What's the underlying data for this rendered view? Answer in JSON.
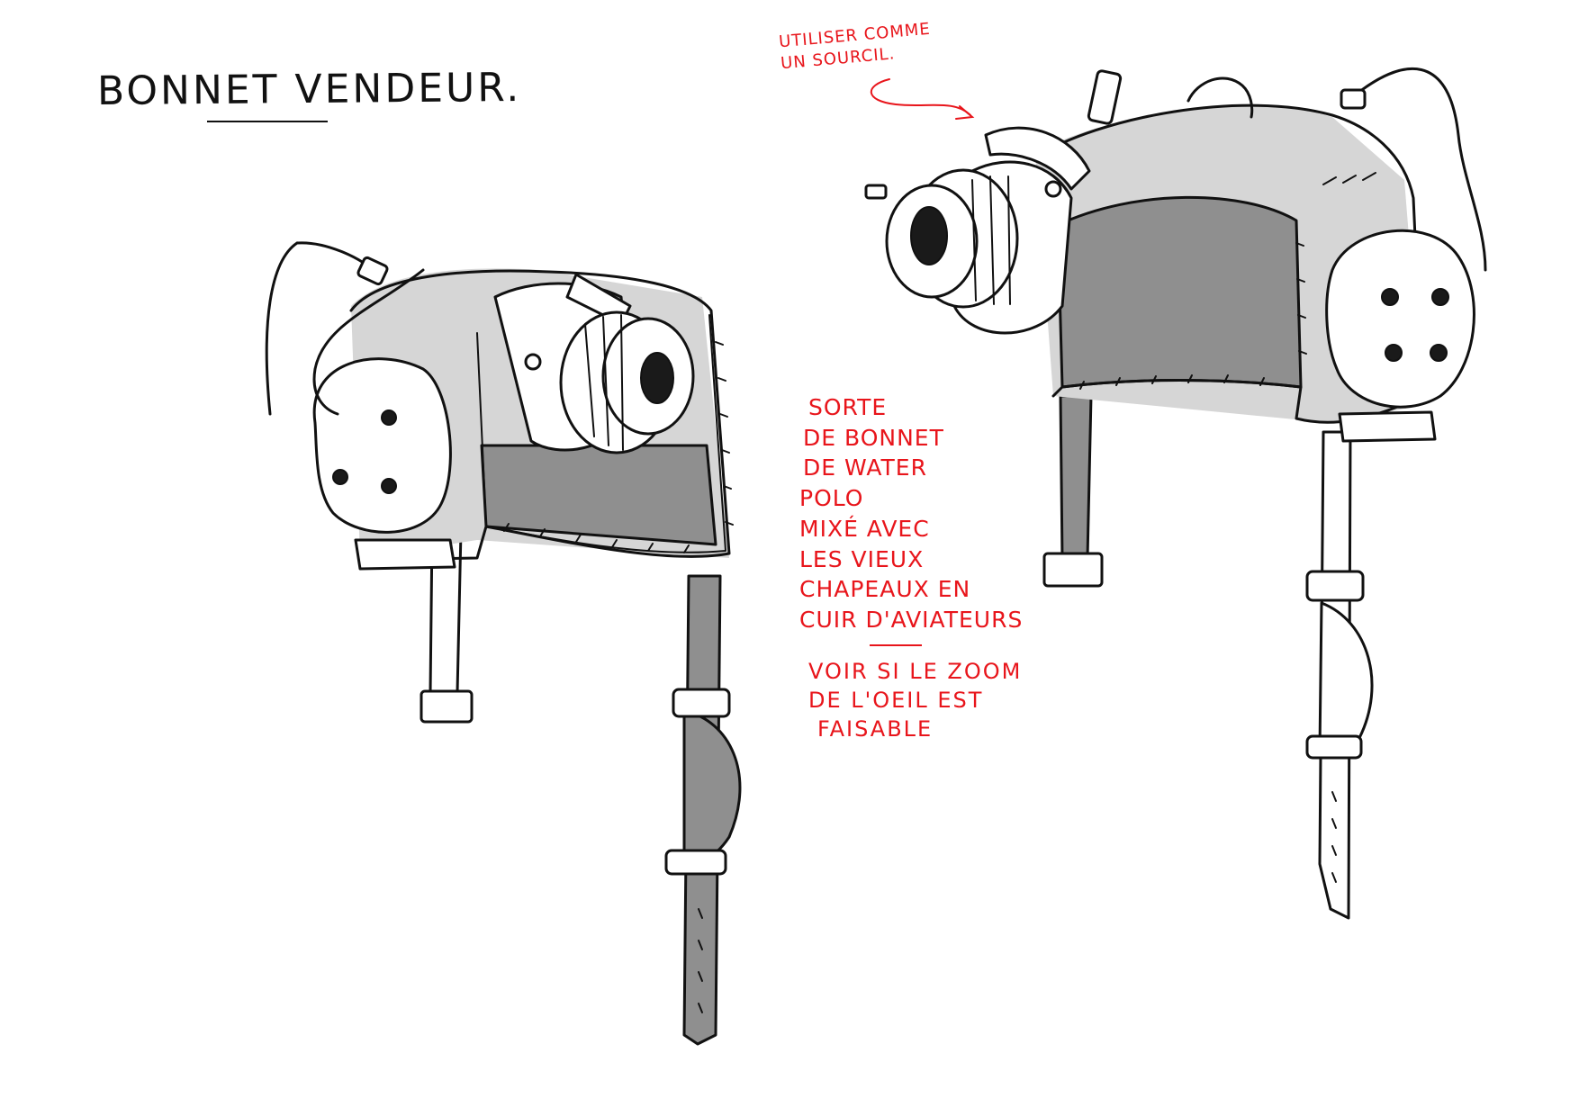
{
  "title": "BONNET VENDEUR.",
  "annotations": {
    "eyebrow_note": [
      "UTILISER COMME",
      "UN SOURCIL."
    ],
    "description_lines": [
      "SORTE",
      "DE BONNET",
      "DE WATER",
      "POLO",
      "MIXÉ AVEC",
      "LES VIEUX",
      "CHAPEAUX EN",
      "CUIR D'AVIATEURS"
    ],
    "zoom_note": [
      "VOIR SI LE ZOOM",
      "DE L'OEIL EST",
      "FAISABLE"
    ]
  },
  "colors": {
    "ink": "#111111",
    "annotation_red": "#e8151b",
    "shade_dark": "#8f8f8f",
    "shade_light": "#d6d6d6",
    "paper": "#ffffff"
  }
}
